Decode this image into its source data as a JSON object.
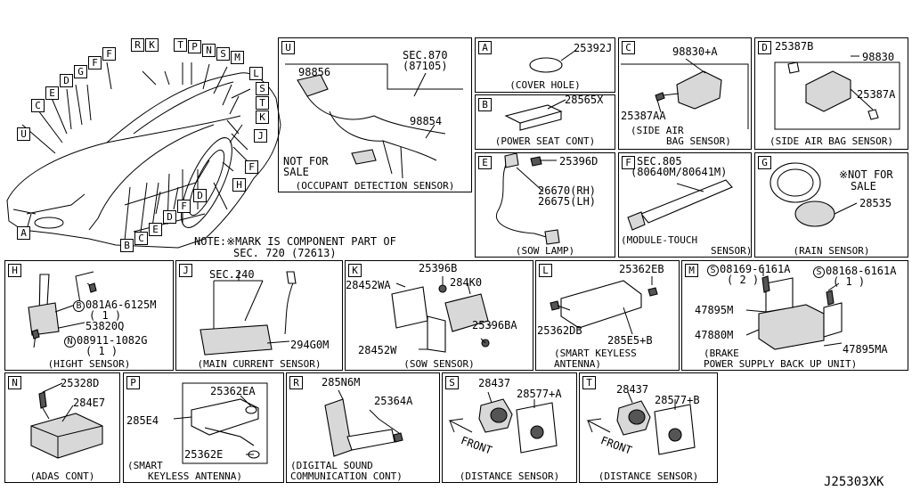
{
  "drawing_id": "J25303XK",
  "note": {
    "line1": "NOTE:※MARK IS COMPONENT PART OF",
    "line2": "SEC. 720   (72613)"
  },
  "car_labels": [
    "R",
    "K",
    "T",
    "P",
    "N",
    "S",
    "M",
    "F",
    "F",
    "G",
    "D",
    "E",
    "C",
    "U",
    "A",
    "L",
    "S",
    "T",
    "K",
    "J",
    "F",
    "H",
    "B",
    "C",
    "E",
    "D",
    "F",
    "D"
  ],
  "panels": {
    "U": {
      "letter": "U",
      "sec": "SEC.870",
      "sec_code": "(87105)",
      "parts": [
        "98856",
        "98854"
      ],
      "not_for_sale": [
        "NOT FOR",
        "SALE"
      ],
      "caption": "(OCCUPANT DETECTION SENSOR)"
    },
    "A": {
      "letter": "A",
      "parts": [
        "25392J"
      ],
      "caption": "(COVER HOLE)"
    },
    "B": {
      "letter": "B",
      "parts": [
        "28565X"
      ],
      "caption": "(POWER SEAT CONT)"
    },
    "C": {
      "letter": "C",
      "parts": [
        "98830+A",
        "25387AA"
      ],
      "caption": [
        "(SIDE AIR",
        "BAG SENSOR)"
      ]
    },
    "D": {
      "letter": "D",
      "parts": [
        "25387B",
        "98830",
        "25387A"
      ],
      "caption": "(SIDE AIR BAG SENSOR)"
    },
    "E": {
      "letter": "E",
      "parts": [
        "25396D",
        "26670(RH)",
        "26675(LH)"
      ],
      "caption": "(SOW LAMP)"
    },
    "F": {
      "letter": "F",
      "sec": "SEC.805",
      "sec_code": "(80640M/80641M)",
      "caption": [
        "(MODULE-TOUCH",
        "SENSOR)"
      ]
    },
    "G": {
      "letter": "G",
      "not_for_sale": [
        "※NOT FOR",
        "SALE"
      ],
      "parts": [
        "28535"
      ],
      "caption": "(RAIN SENSOR)"
    },
    "H": {
      "letter": "H",
      "parts": [
        "081A6-6125M",
        "( 1 )",
        "53820Q",
        "08911-1082G",
        "( 1 )"
      ],
      "callouts": [
        "B",
        "N"
      ],
      "caption": "(HIGHT SENSOR)"
    },
    "J": {
      "letter": "J",
      "sec": "SEC.240",
      "parts": [
        "294G0M"
      ],
      "caption": "(MAIN CURRENT SENSOR)"
    },
    "K": {
      "letter": "K",
      "parts": [
        "25396B",
        "28452WA",
        "284K0",
        "25396BA",
        "28452W"
      ],
      "caption": "(SOW SENSOR)"
    },
    "L": {
      "letter": "L",
      "parts": [
        "25362EB",
        "25362DB",
        "285E5+B"
      ],
      "caption": [
        "(SMART KEYLESS",
        "ANTENNA)"
      ]
    },
    "M": {
      "letter": "M",
      "parts": [
        "08169-6161A",
        "( 2 )",
        "08168-6161A",
        "( 1 )",
        "47895M",
        "47880M",
        "47895MA"
      ],
      "callouts": [
        "S",
        "S"
      ],
      "caption": [
        "(BRAKE",
        "POWER SUPPLY BACK UP UNIT)"
      ]
    },
    "N": {
      "letter": "N",
      "parts": [
        "25328D",
        "284E7"
      ],
      "caption": "(ADAS CONT)"
    },
    "P": {
      "letter": "P",
      "parts": [
        "25362EA",
        "285E4",
        "25362E"
      ],
      "caption": [
        "(SMART",
        "KEYLESS ANTENNA)"
      ]
    },
    "R": {
      "letter": "R",
      "parts": [
        "285N6M",
        "25364A"
      ],
      "caption": [
        "(DIGITAL SOUND",
        "COMMUNICATION CONT)"
      ]
    },
    "S": {
      "letter": "S",
      "parts": [
        "28437",
        "28577+A"
      ],
      "front": "FRONT",
      "caption": "(DISTANCE SENSOR)"
    },
    "T": {
      "letter": "T",
      "parts": [
        "28437",
        "28577+B"
      ],
      "front": "FRONT",
      "caption": "(DISTANCE SENSOR)"
    }
  }
}
